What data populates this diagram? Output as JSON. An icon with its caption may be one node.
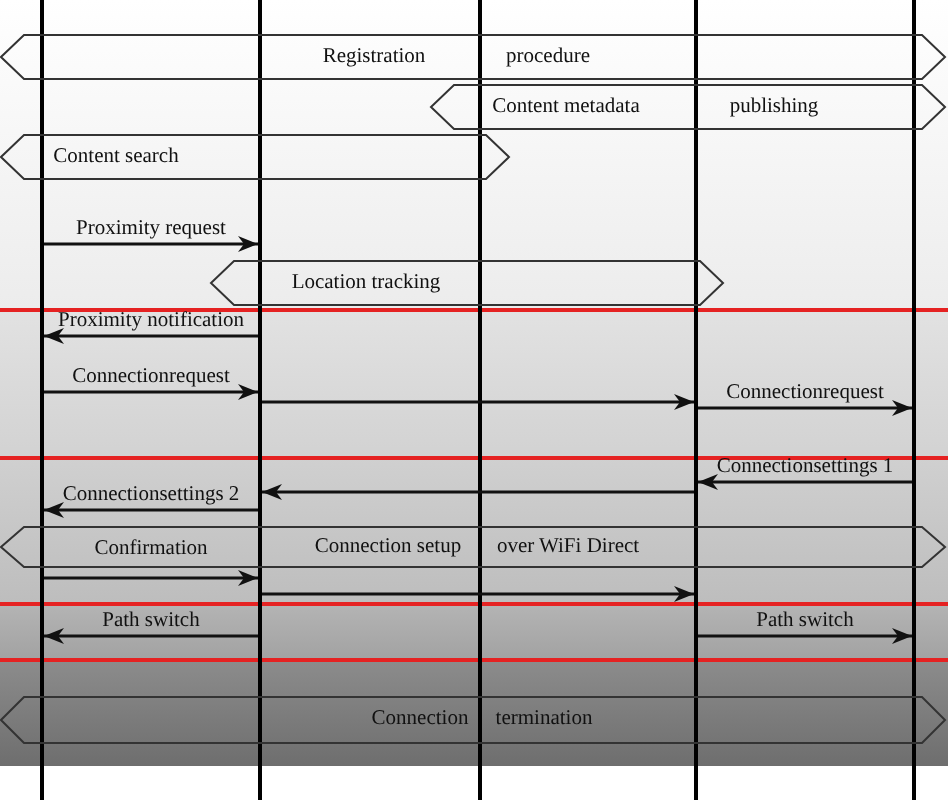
{
  "diagram": {
    "nodes": [
      {
        "text": [],
        "shape": "bar"
      },
      {
        "text": [],
        "shape": "bar"
      },
      {
        "text": [],
        "shape": "bar"
      },
      {
        "text": [],
        "shape": "bar"
      },
      {
        "text": [],
        "shape": "bar"
      },
      {
        "text": [
          "Registration",
          "procedure"
        ]
      },
      {
        "text": [
          "Content metadata",
          "publishing"
        ]
      },
      {
        "text": [
          "Content search"
        ]
      },
      {
        "text": [
          "Location tracking"
        ]
      },
      {
        "text": [
          "Connection setup",
          "over WiFi Direct"
        ]
      },
      {
        "text": [
          "Connection",
          "termination"
        ]
      }
    ],
    "edges": [
      {
        "from": 0,
        "to": 1,
        "arrow": "to",
        "label": "Proximity request"
      },
      {
        "from": 1,
        "to": 0,
        "arrow": "to",
        "label": "Proximity notification"
      },
      {
        "from": 0,
        "to": 1,
        "arrow": "to",
        "label": "Connectionrequest"
      },
      {
        "from": 1,
        "to": 3,
        "arrow": "to"
      },
      {
        "from": 3,
        "to": 4,
        "arrow": "to",
        "label": "Connectionrequest"
      },
      {
        "from": 4,
        "to": 3,
        "arrow": "to",
        "label": "Connectionsettings 1"
      },
      {
        "from": 3,
        "to": 1,
        "arrow": "to"
      },
      {
        "from": 1,
        "to": 0,
        "arrow": "to",
        "label": "Connectionsettings 2"
      },
      {
        "from": 0,
        "to": 1,
        "arrow": "to",
        "label": "Confirmation"
      },
      {
        "from": 1,
        "to": 3,
        "arrow": "to"
      },
      {
        "from": 1,
        "to": 0,
        "arrow": "to",
        "label": "Path switch"
      },
      {
        "from": 3,
        "to": 4,
        "arrow": "to",
        "label": "Path switch"
      }
    ]
  }
}
